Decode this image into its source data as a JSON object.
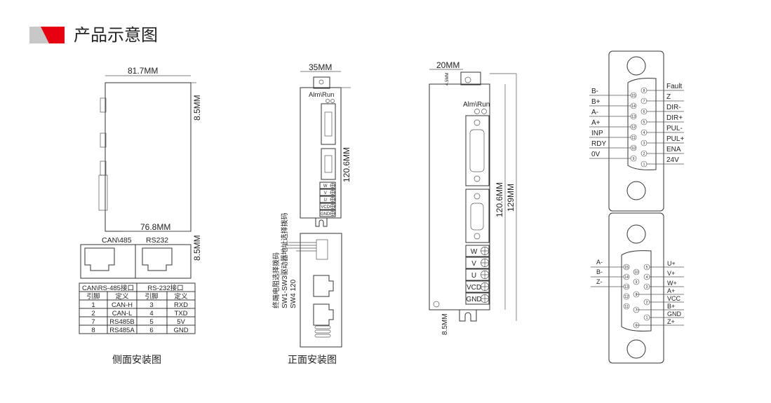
{
  "header": {
    "title": "产品示意图",
    "accent": "#e60012",
    "accent_gray": "#c8c8c8"
  },
  "side_view": {
    "width_top": "81.7MM",
    "width_bottom": "76.8MM",
    "margin_top": "8.5MM",
    "margin_bottom": "8.5MM",
    "port_labels": [
      "CAN\\485",
      "RS232"
    ],
    "table": {
      "group_headers": [
        "CAN\\RS-485接口",
        "RS-232接口"
      ],
      "col_headers": [
        "引脚",
        "定义",
        "引脚",
        "定义"
      ],
      "rows": [
        [
          "1",
          "CAN-H",
          "3",
          "RXD"
        ],
        [
          "2",
          "CAN-L",
          "4",
          "TXD"
        ],
        [
          "7",
          "RS485B",
          "5",
          "5V"
        ],
        [
          "8",
          "RS485A",
          "6",
          "GND"
        ]
      ]
    },
    "caption": "侧面安装图"
  },
  "front_view": {
    "width": "35MM",
    "led_label": "Alm\\Run",
    "height": "120.6MM",
    "terminals": [
      "W",
      "V",
      "U",
      "VCD",
      "GND"
    ],
    "notes": [
      "终端电阻选择拨码",
      "SW1-SW3驱动器地址选择拨码",
      "SW4   120"
    ],
    "caption": "正面安装图"
  },
  "large_view": {
    "width": "20MM",
    "top_margin": "4.5MM",
    "led_label": "Alm\\Run",
    "height_inner": "120.6MM",
    "height_outer": "129MM",
    "bottom_margin": "8.5MM",
    "terminals": [
      "W",
      "V",
      "U",
      "VCD",
      "GND"
    ]
  },
  "pinout_top": {
    "left": [
      {
        "label": "B-",
        "pin": "15"
      },
      {
        "label": "B+",
        "pin": "14"
      },
      {
        "label": "A-",
        "pin": "13"
      },
      {
        "label": "A+",
        "pin": "12"
      },
      {
        "label": "INP",
        "pin": "11"
      },
      {
        "label": "RDY",
        "pin": "10"
      },
      {
        "label": "0V",
        "pin": "9"
      }
    ],
    "right": [
      {
        "label": "Fault",
        "pin": "8"
      },
      {
        "label": "Z",
        "pin": "7"
      },
      {
        "label": "DIR-",
        "pin": "6"
      },
      {
        "label": "DIR+",
        "pin": "5"
      },
      {
        "label": "PUL-",
        "pin": "4"
      },
      {
        "label": "PUL+",
        "pin": "3"
      },
      {
        "label": "ENA",
        "pin": "2"
      },
      {
        "label": "24V",
        "pin": "1"
      }
    ]
  },
  "pinout_bottom": {
    "left": [
      {
        "label": "A-",
        "pin": "15"
      },
      {
        "label": "B-",
        "pin": "14"
      },
      {
        "label": "Z-",
        "pin": "13"
      }
    ],
    "mid_pins": [
      "10",
      "9",
      "8",
      "7",
      "6"
    ],
    "left_pins_extra": [
      "12",
      "11"
    ],
    "right": [
      {
        "label": "U+",
        "pin": "5"
      },
      {
        "label": "V+",
        "pin": "4"
      },
      {
        "label": "W+",
        "pin": "3"
      },
      {
        "label": "A+",
        "pin": ""
      },
      {
        "label": "VCC",
        "pin": "2"
      },
      {
        "label": "B+",
        "pin": ""
      },
      {
        "label": "GND",
        "pin": "1"
      },
      {
        "label": "Z+",
        "pin": ""
      }
    ]
  }
}
